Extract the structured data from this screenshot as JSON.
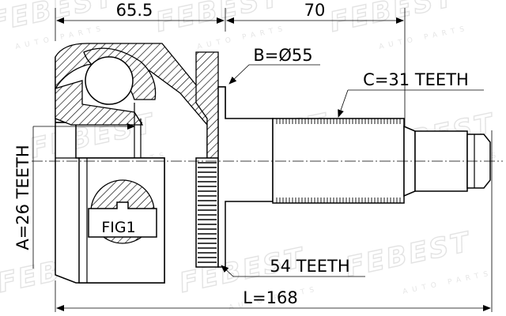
{
  "dimensions": {
    "top_left": "65.5",
    "top_right": "70",
    "bottom_length": "L=168"
  },
  "callouts": {
    "b": "B=Ø55",
    "c": "C=31 TEETH",
    "a": "A=26 TEETH",
    "abs": "54 TEETH",
    "fig": "FIG1"
  },
  "watermark": {
    "brand": "FEBEST",
    "sub": "AUTO PARTS"
  }
}
